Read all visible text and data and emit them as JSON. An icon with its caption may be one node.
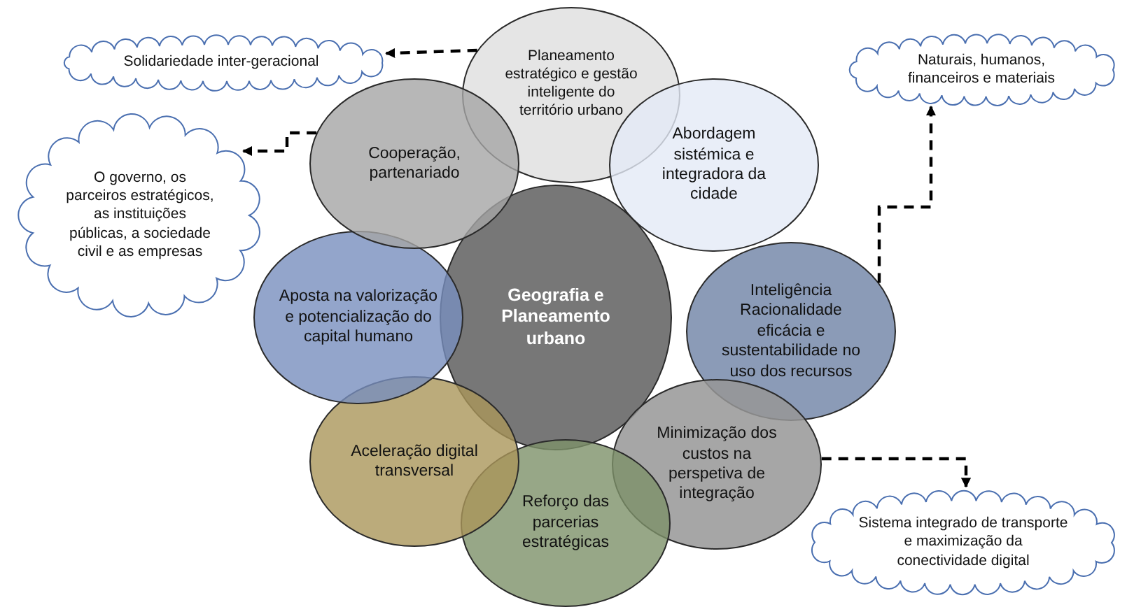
{
  "diagram": {
    "nodes": [
      {
        "text": [
          "Geografia e Planeamento urbano"
        ]
      },
      {
        "text": [
          "Planeamento estratégico e gestão inteligente do território urbano"
        ]
      },
      {
        "text": [
          "Abordagem sistémica e integradora da cidade"
        ]
      },
      {
        "text": [
          "Inteligência Racionalidade eficácia e sustentabilidade no uso dos recursos"
        ]
      },
      {
        "text": [
          "Minimização dos custos na perspetiva de integração"
        ]
      },
      {
        "text": [
          "Reforço das parcerias estratégicas"
        ]
      },
      {
        "text": [
          "Aceleração digital transversal"
        ]
      },
      {
        "text": [
          "Aposta na valorização e potencialização do capital humano"
        ]
      },
      {
        "text": [
          "Cooperação, partenariado"
        ]
      },
      {
        "text": [
          "Solidariedade inter-geracional"
        ]
      },
      {
        "text": [
          "O governo, os parceiros estratégicos, as instituições públicas, a sociedade civil e as empresas"
        ]
      },
      {
        "text": [
          "Naturais, humanos, financeiros e materiais"
        ]
      },
      {
        "text": [
          "Sistema integrado de transporte e maximização da conectividade digital"
        ]
      }
    ],
    "edges": [
      {
        "from": 1,
        "to": 9,
        "arrow": "to",
        "style": "dashed"
      },
      {
        "from": 8,
        "to": 10,
        "arrow": "to",
        "style": "dashed"
      },
      {
        "from": 3,
        "to": 11,
        "arrow": "to",
        "style": "dashed"
      },
      {
        "from": 4,
        "to": 12,
        "arrow": "to",
        "style": "dashed"
      }
    ]
  }
}
